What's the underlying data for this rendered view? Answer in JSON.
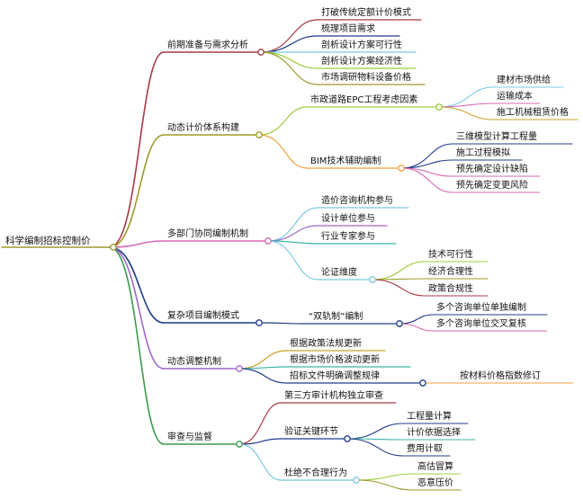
{
  "mindmap": {
    "root": "科学编制招标控制价",
    "colors": {
      "dark_red": "#a63a46",
      "navy": "#1f3c88",
      "light_blue": "#7ec8e3",
      "green_lime": "#9ccc3a",
      "olive": "#9e9a2a",
      "orange": "#f0a23b",
      "pink": "#d768b5",
      "purple": "#a068c7",
      "teal": "#3cb6a8",
      "green": "#3b9b4a",
      "gold": "#c9a227"
    },
    "branches": [
      {
        "label": "前期准备与需求分析",
        "color": "dark_red",
        "children": [
          {
            "label": "打破传统定额计价模式",
            "color": "dark_red"
          },
          {
            "label": "梳理项目需求",
            "color": "navy"
          },
          {
            "label": "剖析设计方案可行性",
            "color": "light_blue"
          },
          {
            "label": "剖析设计方案经济性",
            "color": "green_lime"
          },
          {
            "label": "市场调研物料设备价格",
            "color": "olive"
          }
        ]
      },
      {
        "label": "动态计价体系构建",
        "color": "olive",
        "children": [
          {
            "label": "市政道路EPC工程考虑因素",
            "color": "green_lime",
            "children": [
              {
                "label": "建材市场供给",
                "color": "light_blue"
              },
              {
                "label": "运输成本",
                "color": "pink"
              },
              {
                "label": "施工机械租赁价格",
                "color": "gold"
              }
            ]
          },
          {
            "label": "BIM技术辅助编制",
            "color": "orange",
            "children": [
              {
                "label": "三维模型计算工程量",
                "color": "navy"
              },
              {
                "label": "施工过程模拟",
                "color": "navy"
              },
              {
                "label": "预先确定设计缺陷",
                "color": "pink"
              },
              {
                "label": "预先确定变更风险",
                "color": "pink"
              }
            ]
          }
        ]
      },
      {
        "label": "多部门协同编制机制",
        "color": "pink",
        "children": [
          {
            "label": "造价咨询机构参与",
            "color": "light_blue"
          },
          {
            "label": "设计单位参与",
            "color": "purple"
          },
          {
            "label": "行业专家参与",
            "color": "teal"
          },
          {
            "label": "论证维度",
            "color": "light_blue",
            "children": [
              {
                "label": "技术可行性",
                "color": "green_lime"
              },
              {
                "label": "经济合理性",
                "color": "olive"
              },
              {
                "label": "政策合规性",
                "color": "dark_red"
              }
            ]
          }
        ]
      },
      {
        "label": "复杂项目编制模式",
        "color": "navy",
        "children": [
          {
            "label": "“双轨制”编制",
            "color": "navy",
            "children": [
              {
                "label": "多个咨询单位单独编制",
                "color": "navy"
              },
              {
                "label": "多个咨询单位交叉复核",
                "color": "pink"
              }
            ]
          }
        ]
      },
      {
        "label": "动态调整机制",
        "color": "purple",
        "children": [
          {
            "label": "根据政策法规更新",
            "color": "gold"
          },
          {
            "label": "根据市场价格波动更新",
            "color": "teal"
          },
          {
            "label": "招标文件明确调整规律",
            "color": "navy",
            "children": [
              {
                "label": "按材料价格指数修订",
                "color": "orange"
              }
            ]
          }
        ]
      },
      {
        "label": "审查与监督",
        "color": "green",
        "children": [
          {
            "label": "第三方审计机构独立审查",
            "color": "dark_red"
          },
          {
            "label": "验证关键环节",
            "color": "navy",
            "children": [
              {
                "label": "工程量计算",
                "color": "navy"
              },
              {
                "label": "计价依据选择",
                "color": "teal"
              },
              {
                "label": "费用计取",
                "color": "navy"
              }
            ]
          },
          {
            "label": "杜绝不合理行为",
            "color": "light_blue",
            "children": [
              {
                "label": "高估冒算",
                "color": "green_lime"
              },
              {
                "label": "恶意压价",
                "color": "olive"
              }
            ]
          }
        ]
      }
    ]
  }
}
